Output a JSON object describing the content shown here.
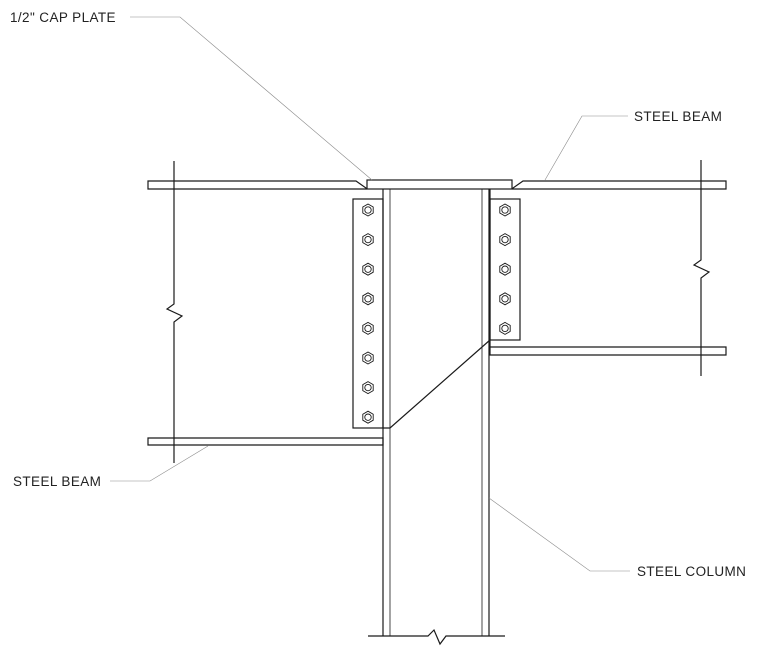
{
  "labels": {
    "cap_plate": "1/2\" CAP PLATE",
    "steel_beam_right": "STEEL BEAM",
    "steel_beam_left": "STEEL BEAM",
    "steel_column": "STEEL COLUMN"
  },
  "connections": {
    "left_plate_bolt_count": 8,
    "right_plate_bolt_count": 5
  },
  "colors": {
    "line": "#1a1a1a",
    "leader": "#8a8a8a",
    "background": "#ffffff"
  }
}
